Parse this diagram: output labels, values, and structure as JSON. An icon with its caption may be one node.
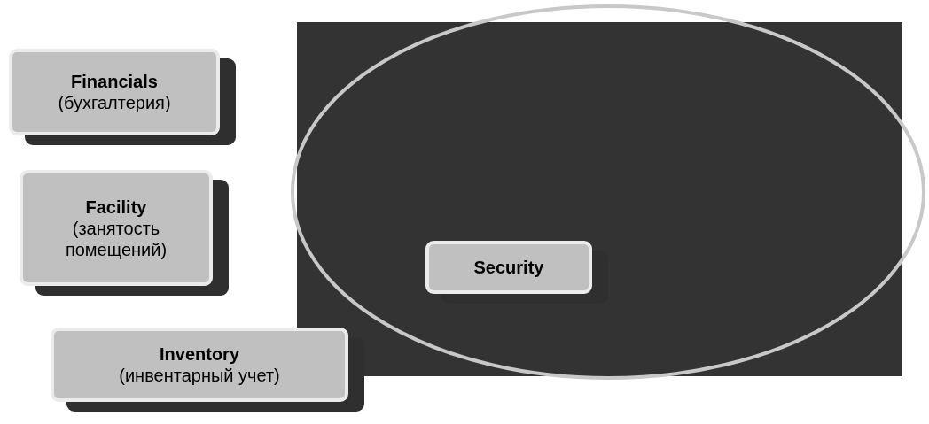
{
  "diagram": {
    "nodes": [
      {
        "text": [
          "Financials",
          "(бухгалтерия)"
        ]
      },
      {
        "text": [
          "Facility",
          "(занятость помещений)"
        ]
      },
      {
        "text": [],
        "shape": "circle"
      },
      {
        "text": [
          "Security"
        ],
        "in": 2
      },
      {
        "text": [
          "Inventory",
          "(инвентарный учет)"
        ]
      }
    ]
  }
}
